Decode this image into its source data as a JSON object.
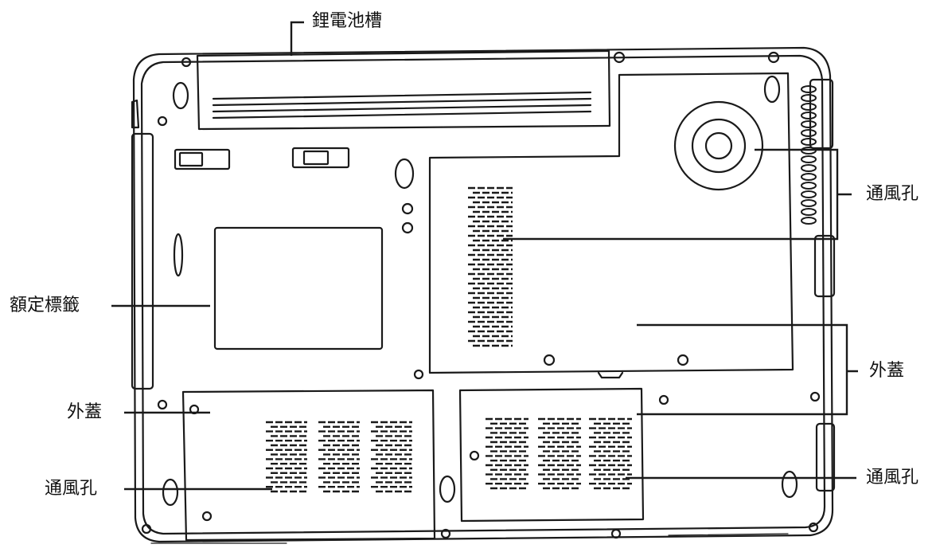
{
  "labels": {
    "battery_bay": "鋰電池槽",
    "vents_right_top": "通風孔",
    "rating_label": "額定標籤",
    "cover_right": "外蓋",
    "cover_left": "外蓋",
    "vents_left": "通風孔",
    "vents_right_bottom": "通風孔"
  },
  "colors": {
    "line": "#1a1a1a",
    "background": "#ffffff"
  }
}
